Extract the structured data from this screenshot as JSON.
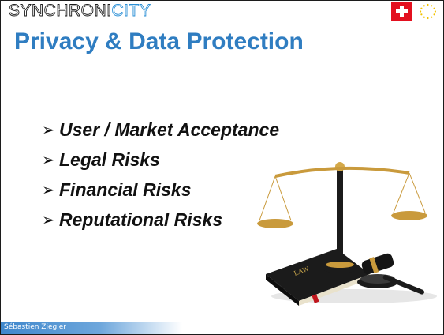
{
  "brand": {
    "text_main": "SYNCHRONI",
    "text_highlight": "CITY",
    "color_text": "#1a1a1a",
    "color_highlight": "#2a8fd6"
  },
  "flags": [
    {
      "name": "swiss-flag-icon",
      "color": "#e3101f"
    },
    {
      "name": "eu-flag-icon",
      "color": "#1c3f94"
    }
  ],
  "slide": {
    "title": "Privacy & Data Protection",
    "title_color": "#2f7dc1",
    "bullets": [
      {
        "label": "User / Market Acceptance"
      },
      {
        "label": "Legal Risks"
      },
      {
        "label": "Financial Risks"
      },
      {
        "label": "Reputational Risks"
      }
    ],
    "bullet_glyph": "➢",
    "image": {
      "icon": "justice-scales-law-book-gavel-illustration",
      "book_label": "LAW"
    }
  },
  "footer": {
    "author": "Sébastien Ziegler",
    "bar_color": "#3f87cc"
  }
}
